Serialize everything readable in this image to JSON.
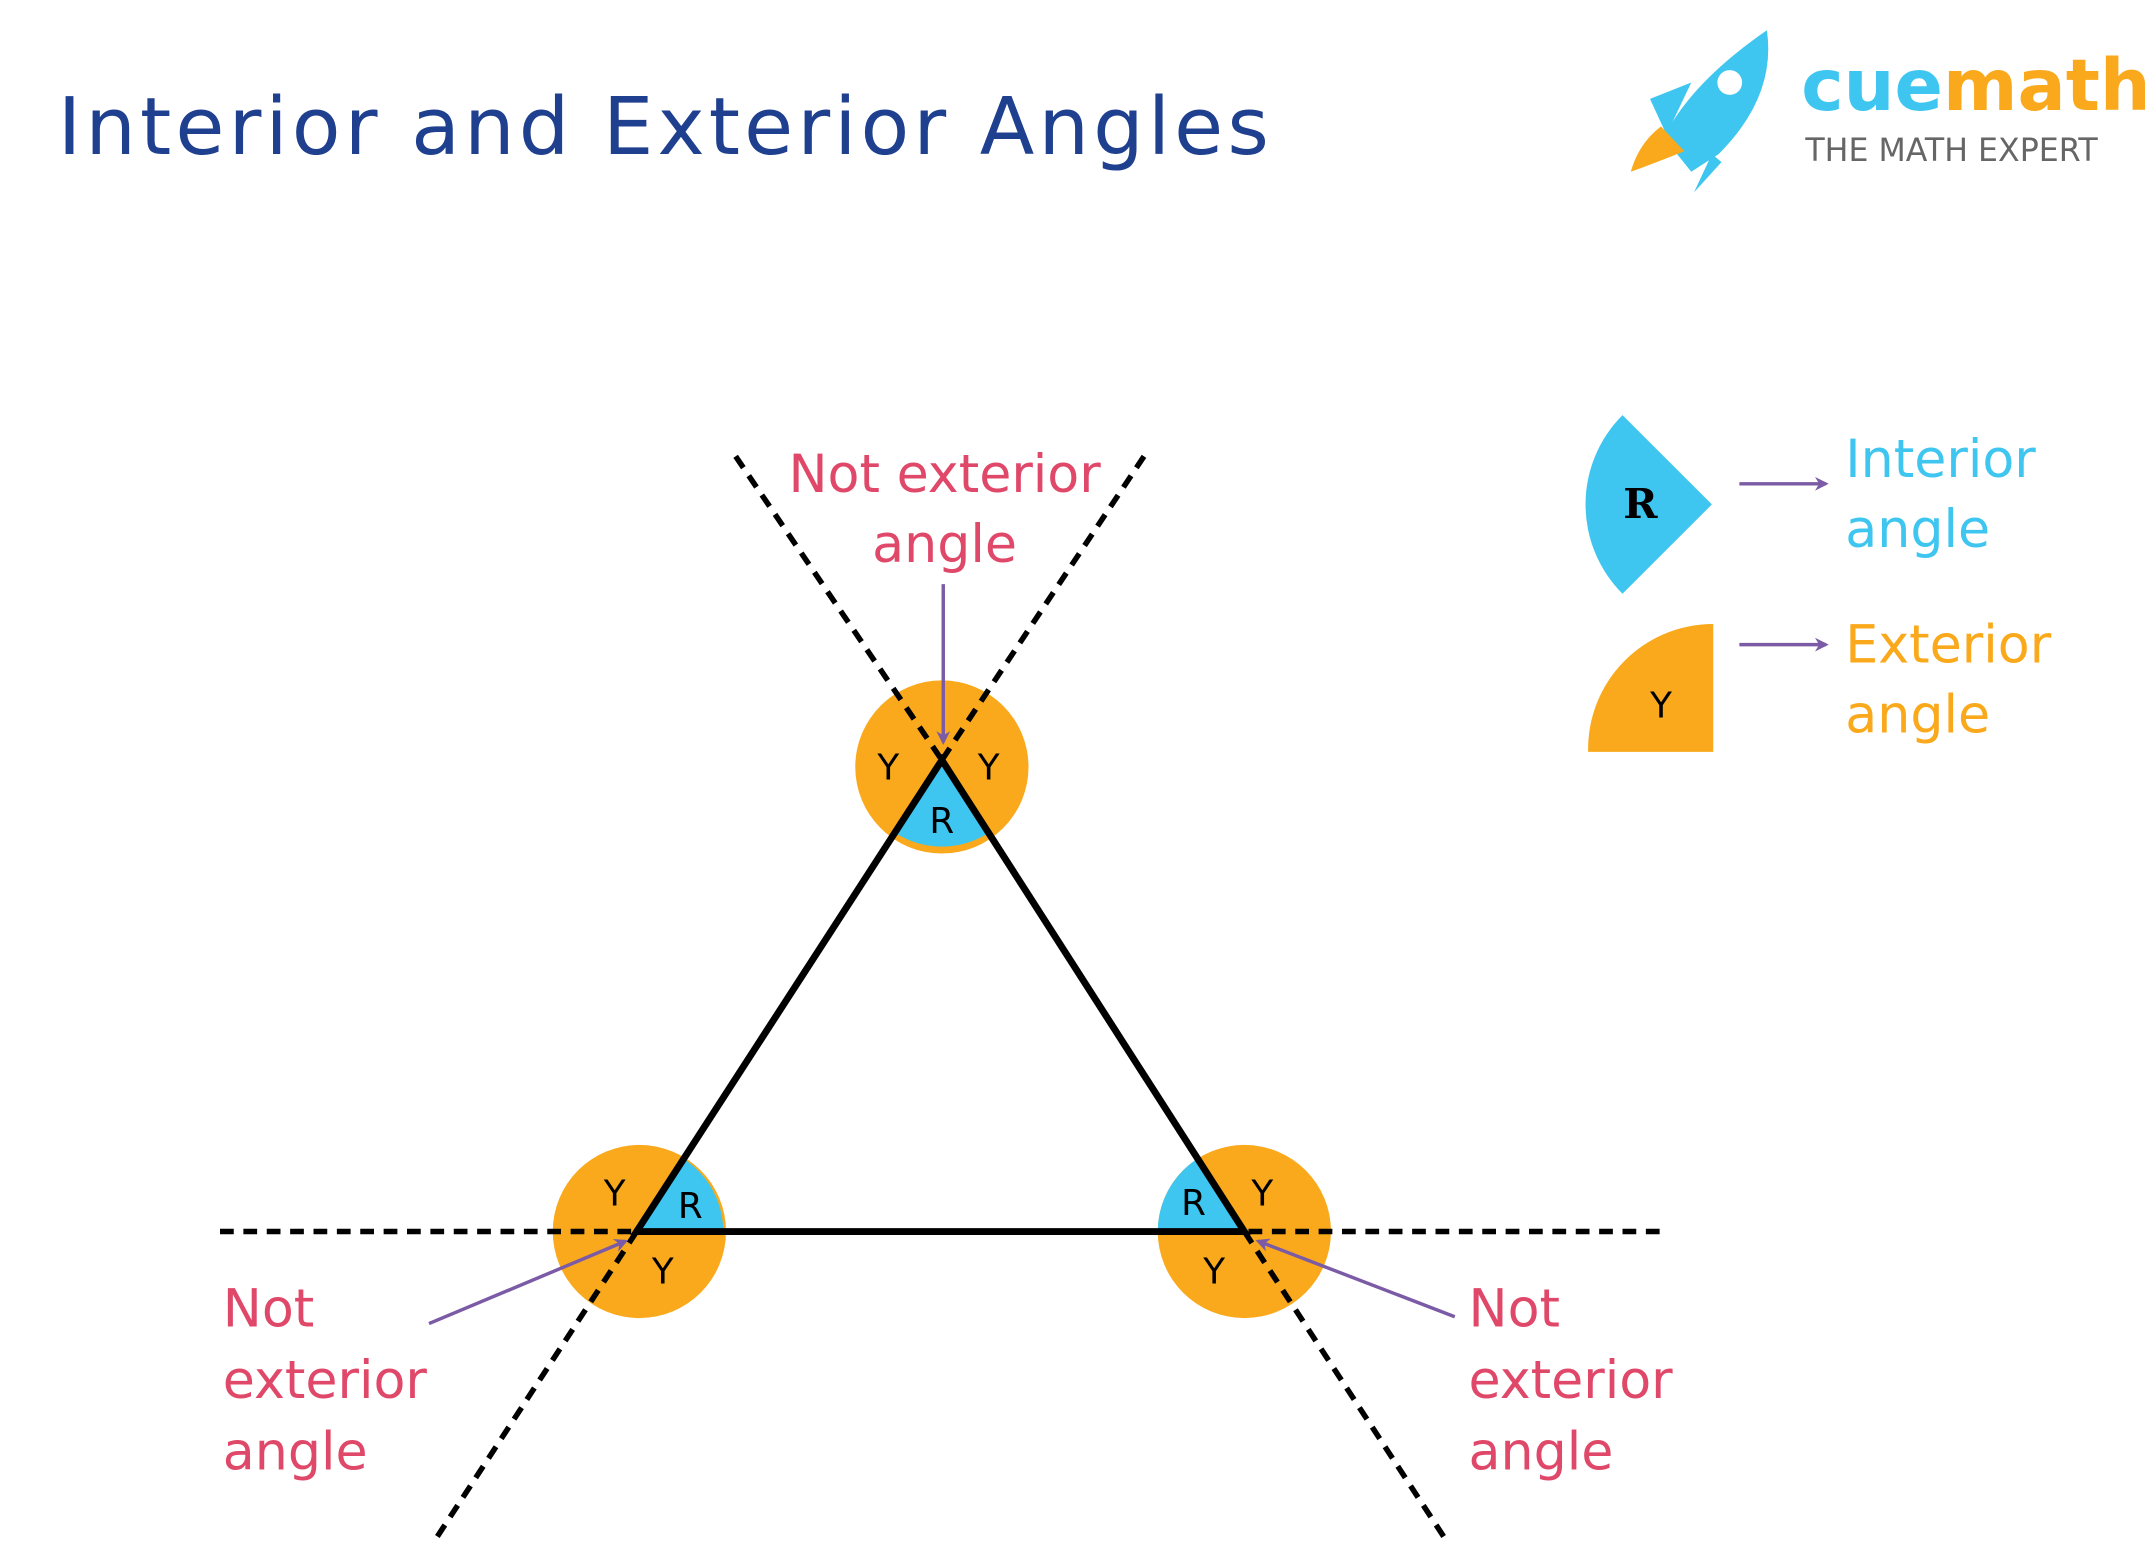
{
  "title": "Interior and Exterior Angles",
  "logo": {
    "brand_part1": "cue",
    "brand_part2": "math",
    "tagline": "THE MATH EXPERT"
  },
  "colors": {
    "interior": "#3ec6f0",
    "exterior": "#f9a91b",
    "annotation": "#e0486a",
    "arrow": "#7b5aa6",
    "title": "#1f3f8f"
  },
  "diagram": {
    "interior_label": "R",
    "exterior_label": "Y",
    "top_note": {
      "line1": "Not exterior",
      "line2": "angle"
    },
    "left_note": {
      "line1": "Not",
      "line2": "exterior",
      "line3": "angle"
    },
    "right_note": {
      "line1": "Not",
      "line2": "exterior",
      "line3": "angle"
    }
  },
  "legend": {
    "interior": {
      "symbol": "R",
      "line1": "Interior",
      "line2": "angle"
    },
    "exterior": {
      "symbol": "Y",
      "line1": "Exterior",
      "line2": "angle"
    }
  }
}
